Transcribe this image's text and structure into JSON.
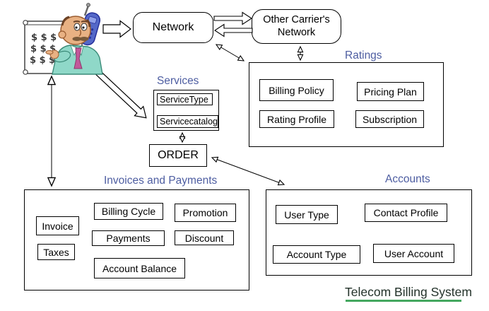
{
  "diagram": {
    "footer_title": "Telecom Billing System",
    "nodes": {
      "network": {
        "label": "Network"
      },
      "other_carriers_network": {
        "label": "Other Carrier's Network"
      },
      "order": {
        "label": "ORDER"
      }
    },
    "sections": {
      "services": {
        "title": "Services",
        "items": [
          "ServiceType",
          "Servicecatalog"
        ]
      },
      "ratings": {
        "title": "Ratings",
        "items": [
          "Billing Policy",
          "Pricing Plan",
          "Rating Profile",
          "Subscription"
        ]
      },
      "invoices_and_payments": {
        "title": "Invoices and Payments",
        "items": [
          "Invoice",
          "Taxes",
          "Billing Cycle",
          "Payments",
          "Account Balance",
          "Promotion",
          "Discount"
        ]
      },
      "accounts": {
        "title": "Accounts",
        "items": [
          "User Type",
          "Contact Profile",
          "Account Type",
          "User Account"
        ]
      }
    },
    "illustration": {
      "bill_lines": [
        "$ $ $",
        "$ $ $",
        "$ $ $"
      ]
    },
    "colors": {
      "section_title": "#4d5da1",
      "box_border": "#000000",
      "underline": "#44a75f",
      "footer_text": "#23322a",
      "phone_blue": "#5468c8",
      "jacket_teal": "#8fd8c8",
      "tie_pink": "#c2589a"
    }
  }
}
